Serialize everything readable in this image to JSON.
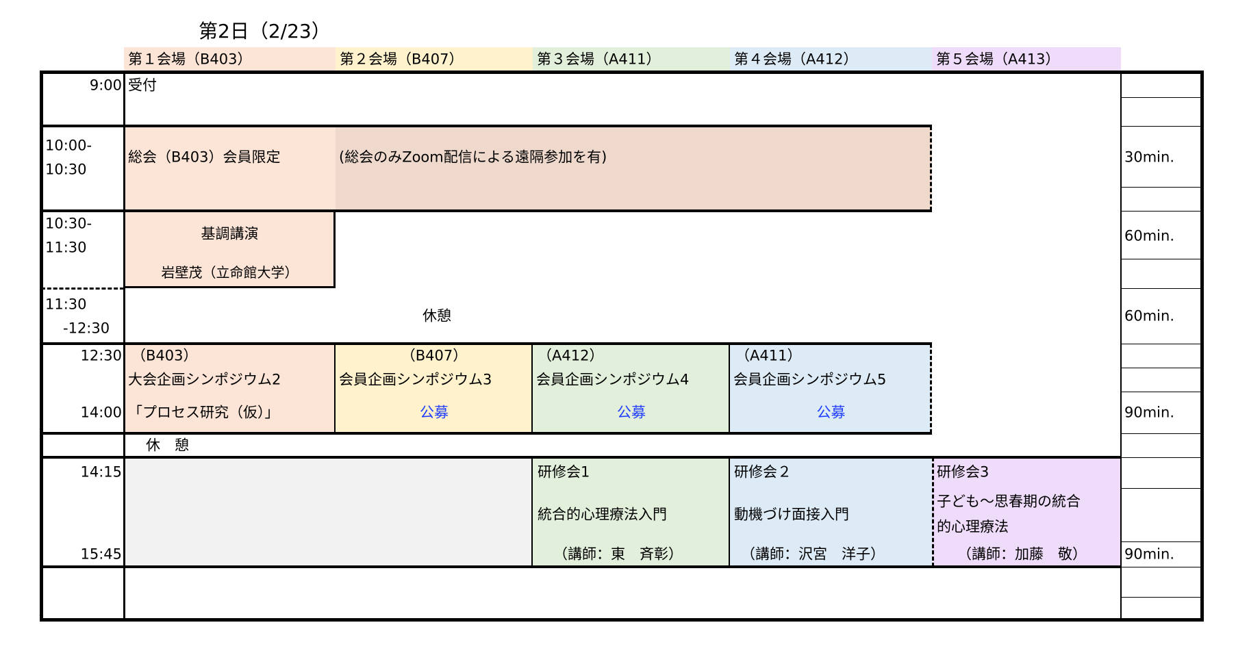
{
  "title": "第2日（2/23）",
  "venues": [
    {
      "label": "第１会場（B403）",
      "color": "#fce4d6"
    },
    {
      "label": "第２会場（B407）",
      "color": "#fff2cc"
    },
    {
      "label": "第３会場（A411）",
      "color": "#e2efda"
    },
    {
      "label": "第４会場（A412）",
      "color": "#ddebf7"
    },
    {
      "label": "第５会場（A413）",
      "color": "#efdcfb"
    }
  ],
  "times": {
    "t0900": "9:00",
    "t1000a": "10:00-",
    "t1030a": "10:30",
    "t1030b": "10:30-",
    "t1130a": "11:30",
    "t1130b": "11:30",
    "t1230a": "-12:30",
    "t1230b": "12:30",
    "t1400": "14:00",
    "t1415": "14:15",
    "t1545": "15:45"
  },
  "reception": "受付",
  "general": {
    "label": "総会（B403）会員限定",
    "note": "(総会のみZoom配信による遠隔参加を有)",
    "color": "#efd9cc"
  },
  "keynote": {
    "title": "基調講演",
    "speaker": "岩壁茂（立命館大学）"
  },
  "break1": "休憩",
  "break2": "休　憩",
  "symposia": [
    {
      "room": "（B403）",
      "title": "大会企画シンポジウム2",
      "sub": "「プロセス研究（仮）」"
    },
    {
      "room": "（B407）",
      "title": "会員企画シンポジウム3",
      "sub": "公募"
    },
    {
      "room": "（A412）",
      "title": "会員企画シンポジウム4",
      "sub": "公募"
    },
    {
      "room": "（A411）",
      "title": "会員企画シンポジウム5",
      "sub": "公募"
    }
  ],
  "workshops": [
    {
      "title": "研修会1",
      "topic": "統合的心理療法入門",
      "lecturer": "（講師：東　斉彰）"
    },
    {
      "title": "研修会２",
      "topic": "動機づけ面接入門",
      "lecturer": "（講師：沢宮　洋子）"
    },
    {
      "title": "研修会3",
      "topic1": "子ども～思春期の統合",
      "topic2": "的心理療法",
      "lecturer": "（講師：加藤　敬）"
    }
  ],
  "durations": {
    "d1": "30min.",
    "d2": "60min.",
    "d3": "60min.",
    "d4": "90min.",
    "d5": "90min."
  }
}
